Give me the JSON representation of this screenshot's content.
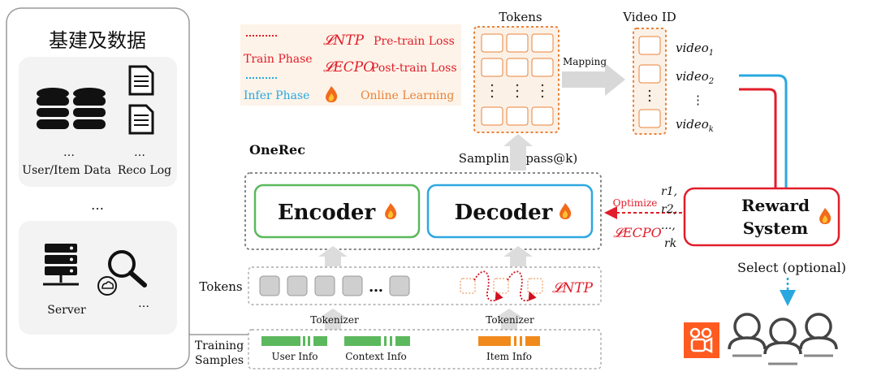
{
  "left_panel": {
    "title": "基建及数据",
    "user_item_label": "User/Item Data",
    "reco_log_label": "Reco Log",
    "server_label": "Server",
    "ellipsis": "…"
  },
  "legend": {
    "train_phase": "Train Phase",
    "infer_phase": "Infer Phase",
    "ntp_symbol": "𝓛NTP",
    "ecpo_symbol": "𝓛ECPO",
    "pretrain_loss": "Pre-train Loss",
    "posttrain_loss": "Post-train Loss",
    "online_learning": "Online Learning"
  },
  "tokens_title": "Tokens",
  "video_id": {
    "title": "Video ID",
    "items": [
      "video",
      "video",
      "⋮",
      "video"
    ],
    "subscripts": [
      "1",
      "2",
      "",
      "k"
    ]
  },
  "mapping_label": "Mapping",
  "sampling_label": "Sampling (pass@k)",
  "onerec_label": "OneRec",
  "encoder_label": "Encoder",
  "decoder_label": "Decoder",
  "optimize_label": "Optimize",
  "ecpo_label": "𝓛ECPO",
  "rewards": [
    "r1,",
    "r2,",
    "...,",
    "rk"
  ],
  "reward_system": {
    "line1": "Reward",
    "line2": "System"
  },
  "select_label": "Select (optional)",
  "tokens_row_label": "Tokens",
  "ntp_label": "𝓛NTP",
  "tokenizer_left": "Tokenizer",
  "tokenizer_right": "Tokenizer",
  "training_samples": {
    "line1": "Training",
    "line2": "Samples"
  },
  "sample_labels": [
    "User Info",
    "Context Info",
    "Item Info"
  ],
  "colors": {
    "train_red": "#e11d2a",
    "infer_blue": "#29a8e0",
    "encoder_green": "#5cb85c",
    "decoder_blue": "#2ea7e0",
    "token_orange": "#e8833a",
    "kuaishou_orange": "#ff5a1f"
  }
}
